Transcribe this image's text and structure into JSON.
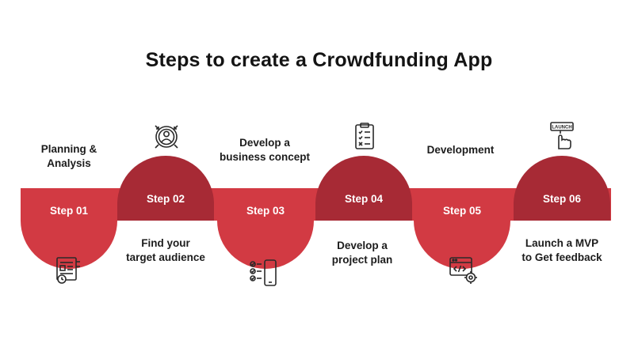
{
  "title": "Steps to create a Crowdfunding App",
  "colors": {
    "band": "#d23a43",
    "light": "#d23a43",
    "dark": "#a72a35",
    "icon_stroke": "#2a2a2a"
  },
  "steps": [
    {
      "label": "Step 01",
      "caption": "Planning &\nAnalysis",
      "icon": "planning-document-icon"
    },
    {
      "label": "Step 02",
      "caption": "Find your\ntarget audience",
      "icon": "target-audience-icon"
    },
    {
      "label": "Step 03",
      "caption": "Develop a\nbusiness concept",
      "icon": "mobile-checklist-icon"
    },
    {
      "label": "Step 04",
      "caption": "Develop a\nproject plan",
      "icon": "clipboard-checklist-icon"
    },
    {
      "label": "Step 05",
      "caption": "Development",
      "icon": "code-settings-icon"
    },
    {
      "label": "Step 06",
      "caption": "Launch a MVP\nto Get feedback",
      "icon": "launch-button-icon"
    }
  ]
}
